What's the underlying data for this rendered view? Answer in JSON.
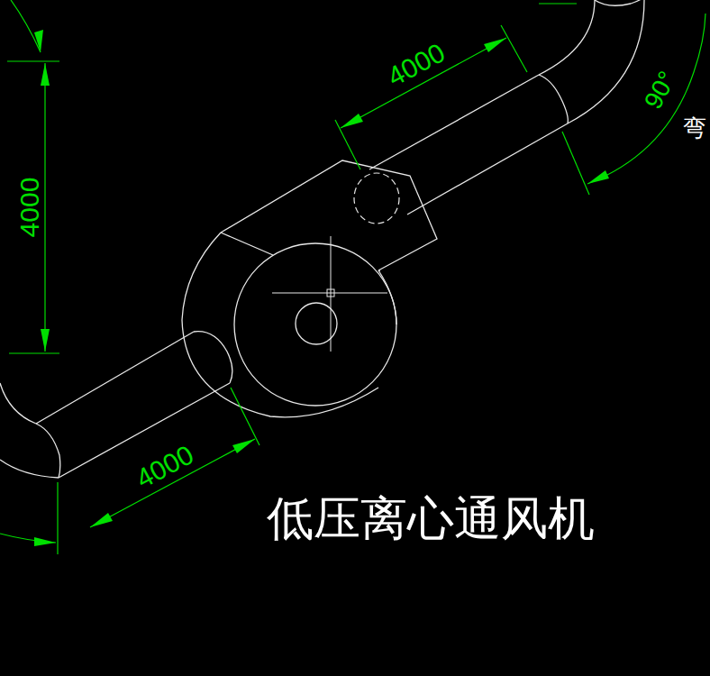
{
  "diagram": {
    "labels": [
      "4000",
      "4000",
      "90°",
      "弯",
      "4000",
      "低压离心通风机"
    ]
  }
}
